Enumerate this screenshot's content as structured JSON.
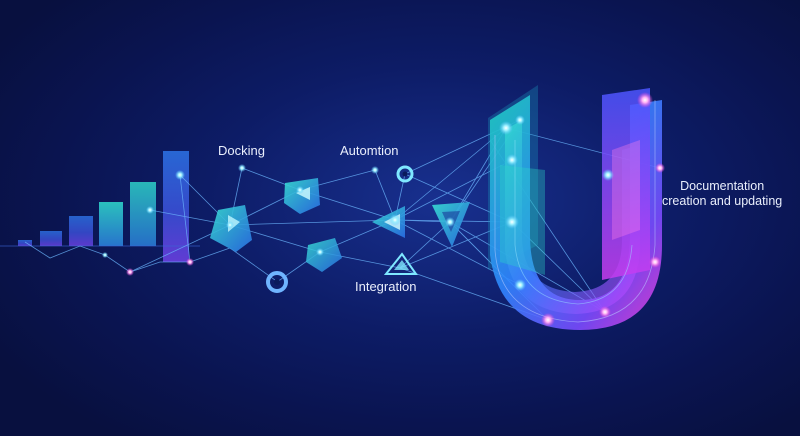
{
  "labels": {
    "docking": "Docking",
    "automation": "Automtion",
    "integration": "Integration",
    "documentation_line1": "Documentation",
    "documentation_line2": "creation and updating"
  },
  "colors": {
    "background": "#0a1450",
    "bar_top": "#2fa9ff",
    "bar_bottom": "#5b3fd8",
    "teal": "#20d3c4",
    "magenta": "#e23bd8",
    "node_glow": "#7fe8ff",
    "line": "#69b6ff"
  },
  "icons": [
    "bar-chart-icon",
    "polyhedron-icon",
    "triangle-icon",
    "ring-node-icon",
    "letter-u-logo"
  ]
}
